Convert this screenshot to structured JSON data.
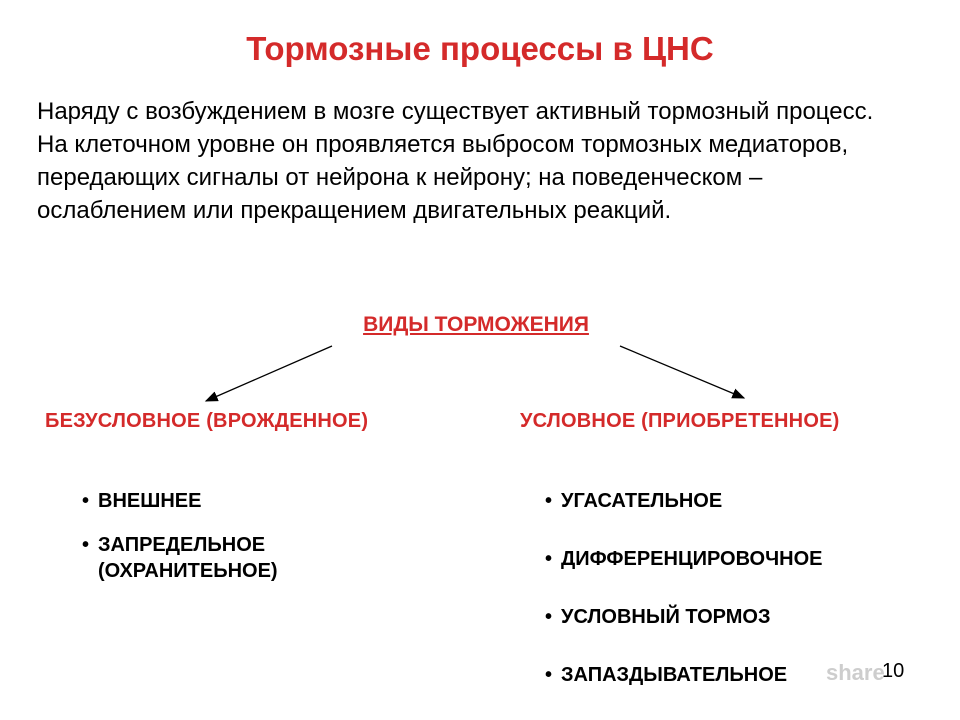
{
  "slide": {
    "title": "Тормозные процессы в ЦНС",
    "intro": [
      "Наряду с возбуждением в мозге существует активный тормозный процесс.",
      "На клеточном уровне  он проявляется выбросом тормозных медиаторов, передающих сигналы от нейрона к нейрону; на поведенческом – ослаблением или прекращением двигательных реакций."
    ],
    "types_heading": "ВИДЫ ТОРМОЖЕНИЯ",
    "left_branch": {
      "label": "БЕЗУСЛОВНОЕ (ВРОЖДЕННОЕ)",
      "items": [
        "ВНЕШНЕЕ",
        "ЗАПРЕДЕЛЬНОЕ (ОХРАНИТЕЬНОЕ)"
      ]
    },
    "right_branch": {
      "label": "УСЛОВНОЕ (ПРИОБРЕТЕННОЕ)",
      "items": [
        "УГАСАТЕЛЬНОЕ",
        "ДИФФЕРЕНЦИРОВОЧНОЕ",
        "УСЛОВНЫЙ ТОРМОЗ",
        "ЗАПАЗДЫВАТЕЛЬНОЕ"
      ]
    },
    "page_number": "10",
    "watermark": "share"
  },
  "colors": {
    "accent": "#d42a2a",
    "text": "#000000",
    "background": "#ffffff"
  }
}
